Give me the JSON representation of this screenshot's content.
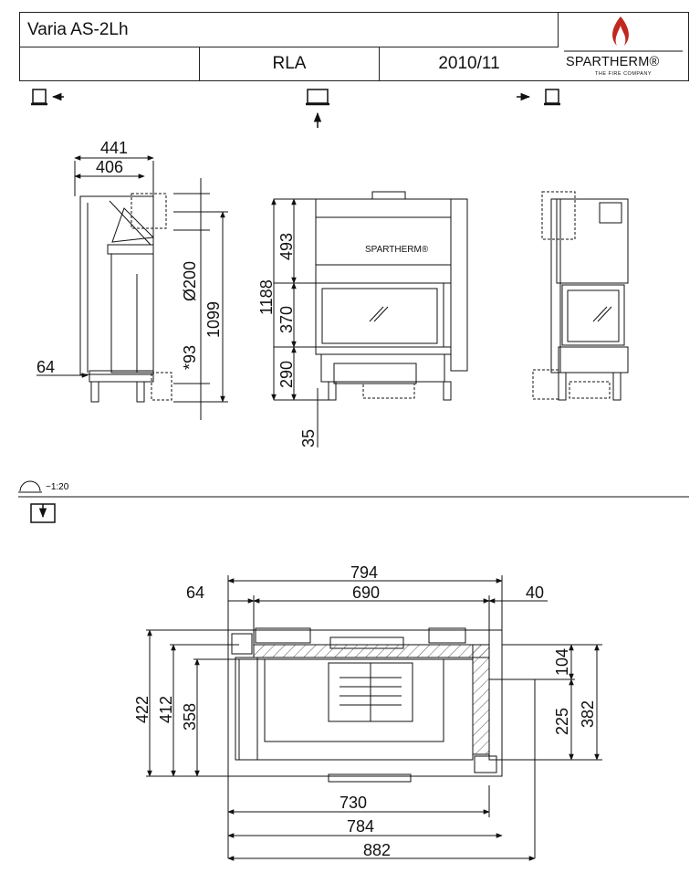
{
  "title_block": {
    "model": "Varia AS-2Lh",
    "code": "RLA",
    "date": "2010/11",
    "logo_text": "SPARTHERM®",
    "logo_sub": "THE FIRE COMPANY"
  },
  "scale": {
    "label": "~1:20"
  },
  "side_view_dims": {
    "d441": "441",
    "d406": "406",
    "d64": "64"
  },
  "front_view_dims": {
    "d1188": "1188",
    "d493": "493",
    "d370": "370",
    "d290": "290",
    "d35": "35",
    "d200": "Ø200",
    "d1099": "1099",
    "d93": "*93"
  },
  "plan_dims": {
    "d794": "794",
    "d64": "64",
    "d690": "690",
    "d40": "40",
    "d422": "422",
    "d412": "412",
    "d358": "358",
    "d104": "104",
    "d225": "225",
    "d382": "382",
    "d730": "730",
    "d784": "784",
    "d882": "882"
  },
  "colors": {
    "ink": "#111111",
    "flame_red": "#c0281e",
    "hatch": "#555555"
  },
  "icons": [
    "view-left-icon",
    "view-front-icon",
    "view-right-icon",
    "scale-icon",
    "top-view-icon"
  ]
}
